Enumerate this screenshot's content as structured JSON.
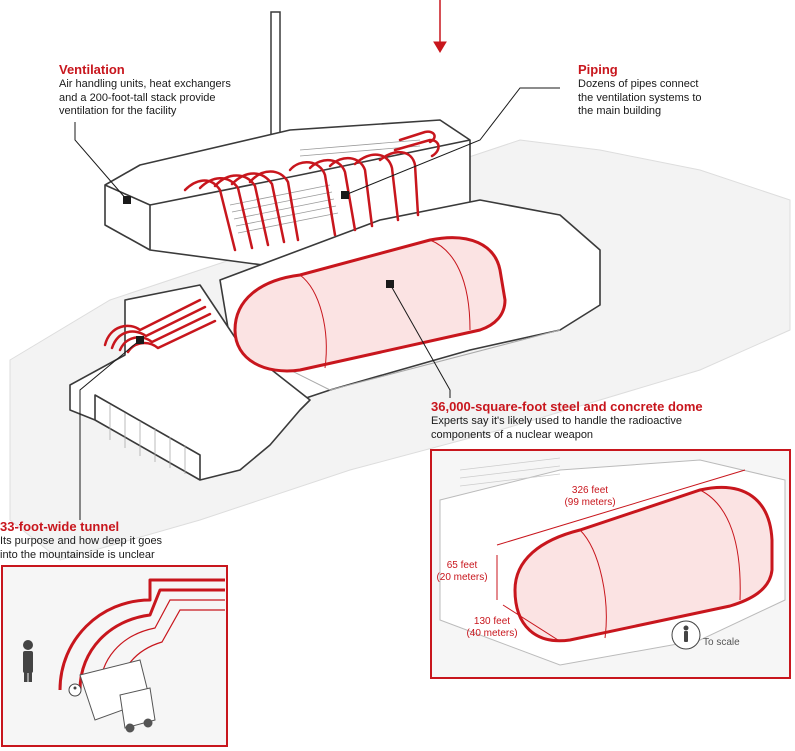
{
  "labels": {
    "ventilation": {
      "title": "Ventilation",
      "desc": [
        "Air handling units, heat exchangers",
        "and a 200-foot-tall stack provide",
        "ventilation for the facility"
      ]
    },
    "piping": {
      "title": "Piping",
      "desc": [
        "Dozens of pipes connect",
        "the ventilation systems to",
        "the main building"
      ]
    },
    "dome": {
      "title": "36,000-square-foot steel and concrete dome",
      "desc": [
        "Experts say it's likely used to handle the radioactive",
        "components of a nuclear weapon"
      ]
    },
    "tunnel": {
      "title": "33-foot-wide tunnel",
      "desc": [
        "Its purpose and how deep it goes",
        "into the mountainside is unclear"
      ]
    }
  },
  "dimensions": {
    "length": [
      "326 feet",
      "(99 meters)"
    ],
    "height": [
      "65 feet",
      "(20 meters)"
    ],
    "width": [
      "130 feet",
      "(40 meters)"
    ]
  },
  "scale_note": "To scale",
  "colors": {
    "accent": "#c8161d",
    "fill": "#fbe3e3",
    "outline": "#3a3a3a",
    "gray": "#c8c8c8"
  }
}
